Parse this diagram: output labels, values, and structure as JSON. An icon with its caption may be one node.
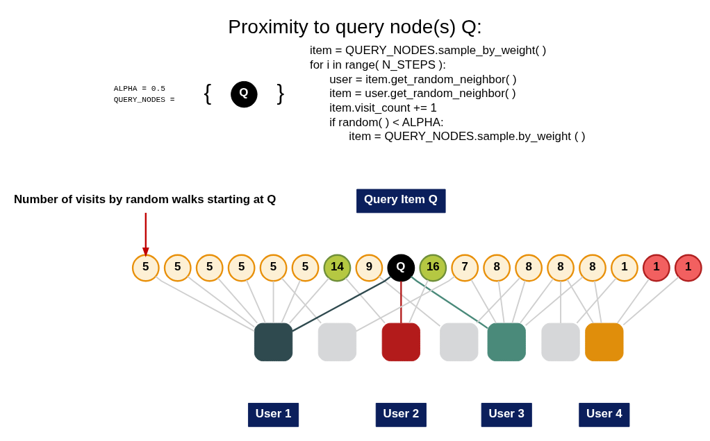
{
  "diagram": {
    "title": "Proximity to query node(s) Q:",
    "nodes": [
      {
        "text": [
          "Q"
        ]
      },
      {
        "text": [
          "Number of visits by random walks starting at Q"
        ]
      },
      {
        "text": [
          "Query Item Q"
        ]
      },
      {
        "text": [
          "5"
        ]
      },
      {
        "text": [
          "5"
        ]
      },
      {
        "text": [
          "5"
        ]
      },
      {
        "text": [
          "5"
        ]
      },
      {
        "text": [
          "5"
        ]
      },
      {
        "text": [
          "5"
        ]
      },
      {
        "text": [
          "14"
        ]
      },
      {
        "text": [
          "9"
        ]
      },
      {
        "text": [
          "Q"
        ]
      },
      {
        "text": [
          "16"
        ]
      },
      {
        "text": [
          "7"
        ]
      },
      {
        "text": [
          "8"
        ]
      },
      {
        "text": [
          "8"
        ]
      },
      {
        "text": [
          "8"
        ]
      },
      {
        "text": [
          "8"
        ]
      },
      {
        "text": [
          "1"
        ]
      },
      {
        "text": [
          "1"
        ]
      },
      {
        "text": [
          "1"
        ]
      },
      {
        "text": [],
        "shape": "box"
      },
      {
        "text": [],
        "shape": "box"
      },
      {
        "text": [],
        "shape": "box"
      },
      {
        "text": [],
        "shape": "box"
      },
      {
        "text": [],
        "shape": "box"
      },
      {
        "text": [],
        "shape": "box"
      },
      {
        "text": [],
        "shape": "box"
      },
      {
        "text": [
          "User 1"
        ]
      },
      {
        "text": [
          "User 2"
        ]
      },
      {
        "text": [
          "User 3"
        ]
      },
      {
        "text": [
          "User 4"
        ]
      }
    ],
    "edges": [
      {
        "from": 1,
        "to": 3,
        "arrow": "to",
        "color": "#c00000"
      },
      {
        "from": 3,
        "to": 21,
        "arrow": "none"
      },
      {
        "from": 4,
        "to": 21,
        "arrow": "none"
      },
      {
        "from": 5,
        "to": 21,
        "arrow": "none"
      },
      {
        "from": 6,
        "to": 21,
        "arrow": "none"
      },
      {
        "from": 7,
        "to": 21,
        "arrow": "none"
      },
      {
        "from": 7,
        "to": 22,
        "arrow": "none"
      },
      {
        "from": 8,
        "to": 21,
        "arrow": "none"
      },
      {
        "from": 9,
        "to": 21,
        "arrow": "none"
      },
      {
        "from": 9,
        "to": 23,
        "arrow": "none"
      },
      {
        "from": 10,
        "to": 24,
        "arrow": "none"
      },
      {
        "from": 11,
        "to": 21,
        "arrow": "none",
        "color": "#2f4a4f"
      },
      {
        "from": 11,
        "to": 23,
        "arrow": "none",
        "color": "#b31b1b"
      },
      {
        "from": 11,
        "to": 25,
        "arrow": "none",
        "color": "#4a8a7a"
      },
      {
        "from": 12,
        "to": 23,
        "arrow": "none"
      },
      {
        "from": 13,
        "to": 22,
        "arrow": "none"
      },
      {
        "from": 13,
        "to": 25,
        "arrow": "none"
      },
      {
        "from": 14,
        "to": 25,
        "arrow": "none"
      },
      {
        "from": 15,
        "to": 25,
        "arrow": "none"
      },
      {
        "from": 15,
        "to": 24,
        "arrow": "none"
      },
      {
        "from": 16,
        "to": 25,
        "arrow": "none"
      },
      {
        "from": 16,
        "to": 27,
        "arrow": "none"
      },
      {
        "from": 16,
        "to": 26,
        "arrow": "none"
      },
      {
        "from": 17,
        "to": 25,
        "arrow": "none"
      },
      {
        "from": 17,
        "to": 27,
        "arrow": "none"
      },
      {
        "from": 18,
        "to": 26,
        "arrow": "none"
      },
      {
        "from": 19,
        "to": 27,
        "arrow": "none"
      },
      {
        "from": 20,
        "to": 27,
        "arrow": "none"
      }
    ],
    "labels": [
      "ALPHA = 0.5",
      "QUERY_NODES =",
      "{",
      "}",
      "item = QUERY_NODES.sample_by_weight( )",
      "for i in range( N_STEPS ):",
      "user = item.get_random_neighbor( )",
      "item = user.get_random_neighbor( )",
      "item.visit_count += 1",
      "if random( ) < ALPHA:",
      "item = QUERY_NODES.sample.by_weight ( )"
    ]
  }
}
